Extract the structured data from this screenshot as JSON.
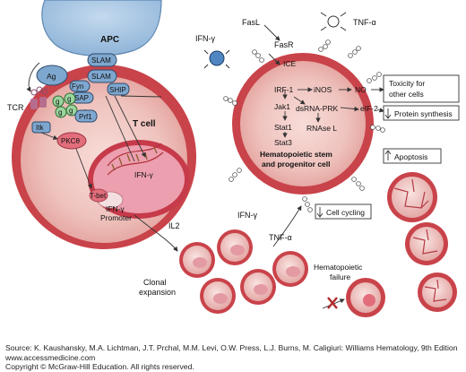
{
  "labels": {
    "apc": "APC",
    "ag": "Ag",
    "tcr": "TCR",
    "slam_top": "SLAM",
    "slam_mid": "SLAM",
    "fyn": "Fyn",
    "sap": "SAP",
    "ship": "SHIP",
    "g": "g",
    "prf1": "Prf1",
    "itk": "Itk",
    "pkc": "PKCθ",
    "t_cell": "T cell",
    "tbet": "T-bet",
    "ifn_nucleus": "IFN-γ",
    "ifn_promoter_1": "IFN-γ",
    "ifn_promoter_2": "Promoter",
    "il2": "IL2",
    "clonal_1": "Clonal",
    "clonal_2": "expansion",
    "ifn_lower": "IFN-γ",
    "tnf_lower": "TNF-α",
    "ifn_upper": "IFN-γ",
    "fasl": "FasL",
    "fasr": "FasR",
    "tnf_upper": "TNF-α",
    "ice": "ICE",
    "irf1": "IRF-1",
    "inos": "iNOS",
    "no": "NO",
    "jak1": "Jak1",
    "stat1": "Stat1",
    "stat3": "Stat3",
    "dsrna": "dsRNA-PRK",
    "eif2": "eIF-2",
    "rnase": "RNAse L",
    "hsc_1": "Hematopoietic stem",
    "hsc_2": "and progenitor cell",
    "toxicity_1": "Toxicity for",
    "toxicity_2": "other cells",
    "protein": "Protein synthesis",
    "apoptosis": "Apoptosis",
    "cycling": "Cell cycling",
    "failure_1": "Hematopoietic",
    "failure_2": "failure"
  },
  "footer": {
    "source": "Source: K. Kaushansky, M.A. Lichtman, J.T. Prchal, M.M. Levi, O.W. Press, L.J. Burns, M. Caligiuri: Williams Hematology, 9th Edition",
    "url": "www.accessmedicine.com",
    "copyright": "Copyright © McGraw-Hill Education.  All rights reserved."
  },
  "colors": {
    "apc_fill": "#9cbfde",
    "cell_rim": "#c63a3e",
    "cell_fill": "#f2c8c4",
    "nucleus": "#e69aa3",
    "receptor_blue": "#7ea7cf",
    "g_green": "#9bd59e"
  }
}
